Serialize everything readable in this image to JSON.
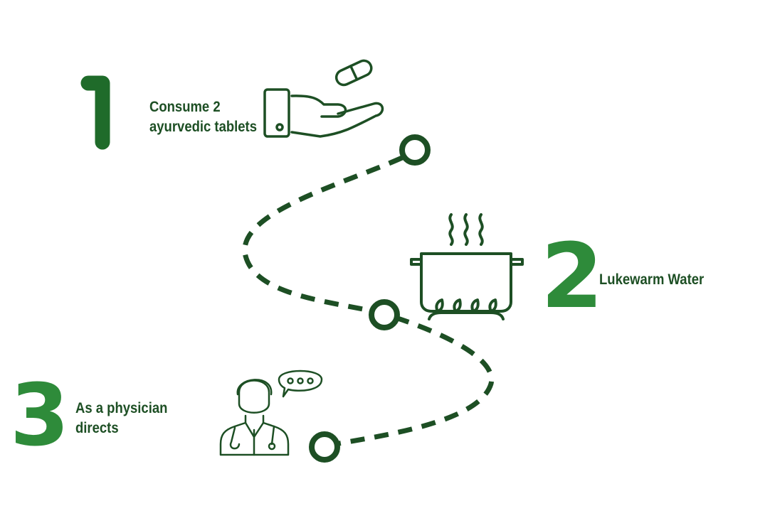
{
  "colors": {
    "dark": "#1d4f24",
    "step1": "#1f6b2a",
    "accent": "#2e8b3a"
  },
  "steps": [
    {
      "number": "1",
      "label_lines": [
        "Consume 2",
        "ayurvedic tablets"
      ],
      "icon": "hand-pill-icon"
    },
    {
      "number": "2",
      "label_lines": [
        "Lukewarm Water"
      ],
      "icon": "boiling-pot-icon"
    },
    {
      "number": "3",
      "label_lines": [
        "As a physician",
        "directs"
      ],
      "icon": "doctor-icon"
    }
  ]
}
